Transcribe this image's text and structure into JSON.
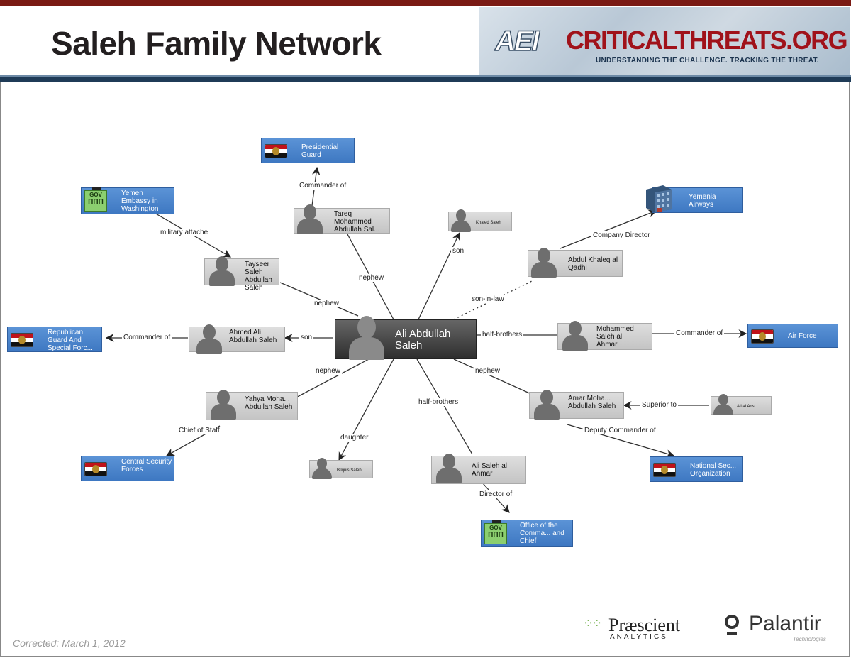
{
  "title": "Saleh Family Network",
  "banner": {
    "aei": "AEI",
    "critical": "CRITICAL",
    "threats": "THREATS.ORG",
    "tagline": "UNDERSTANDING THE CHALLENGE.  TRACKING THE THREAT."
  },
  "nodes": {
    "center": "Ali Abdullah Saleh",
    "presidential_guard": "Presidential Guard",
    "tareq": "Tareq Mohammed Abdullah Sal...",
    "khaled": "Khaled Saleh",
    "yemenia": "Yemenia Airways",
    "abdul_khaleq": "Abdul Khaleq al Qadhi",
    "embassy": "Yemen Embassy in Washington",
    "tayseer": "Tayseer Saleh Abdullah Saleh",
    "republican_guard": "Republican Guard And Special Forc...",
    "ahmed": "Ahmed Ali Abdullah Saleh",
    "mohammed": "Mohammed Saleh al Ahmar",
    "air_force": "Air Force",
    "yahya": "Yahya Moha... Abdullah Saleh",
    "amar": "Amar Moha... Abdullah Saleh",
    "ali_al_ansi": "Ali al Ansi",
    "central_security": "Central Security Forces",
    "bilquis": "Bilquis Saleh",
    "ali_saleh": "Ali Saleh al Ahmar",
    "national_security": "National Sec... Organization",
    "office": "Office of the Comma... and Chief"
  },
  "edges": {
    "commander_of_pg": "Commander of",
    "military_attache": "military attache",
    "nephew_tareq": "nephew",
    "son_khaled": "son",
    "company_director": "Company Director",
    "son_in_law": "son-in-law",
    "nephew_tayseer": "nephew",
    "commander_of_rg": "Commander of",
    "son_ahmed": "son",
    "half_brothers_mohammed": "half-brothers",
    "commander_of_af": "Commander of",
    "nephew_yahya": "nephew",
    "nephew_amar": "nephew",
    "superior_to": "Superior to",
    "chief_of_staff": "Chief of Staff",
    "daughter": "daughter",
    "half_brothers_ali": "half-brothers",
    "deputy_commander_of": "Deputy Commander of",
    "director_of": "Director of"
  },
  "gov_label": "GOV",
  "footer": {
    "corrected": "Corrected: March 1, 2012",
    "praescient": "Præscient",
    "praescient_sub": "ANALYTICS",
    "palantir": "Palantir",
    "palantir_sub": "Technologies"
  },
  "colors": {
    "top_bar": "#7a1a14",
    "header_bar": "#1f3b57",
    "org_node": "#4a86cc",
    "person_node": "#cfcfcf",
    "center_node": "#3c3c3c"
  }
}
